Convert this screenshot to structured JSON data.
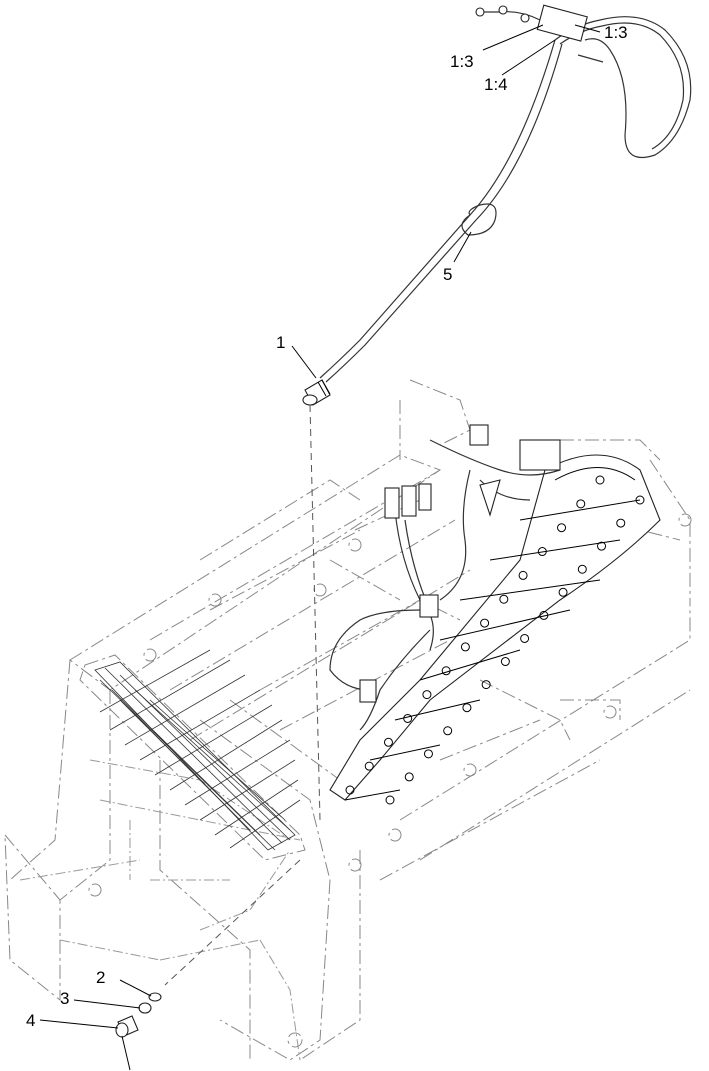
{
  "diagram": {
    "callouts": [
      {
        "id": "c1",
        "label": "1"
      },
      {
        "id": "c2",
        "label": "2"
      },
      {
        "id": "c3",
        "label": "3"
      },
      {
        "id": "c4",
        "label": "4"
      },
      {
        "id": "c5",
        "label": "5"
      },
      {
        "id": "c13a",
        "label": "1:3"
      },
      {
        "id": "c13b",
        "label": "1:3"
      },
      {
        "id": "c14",
        "label": "1:4"
      }
    ]
  }
}
